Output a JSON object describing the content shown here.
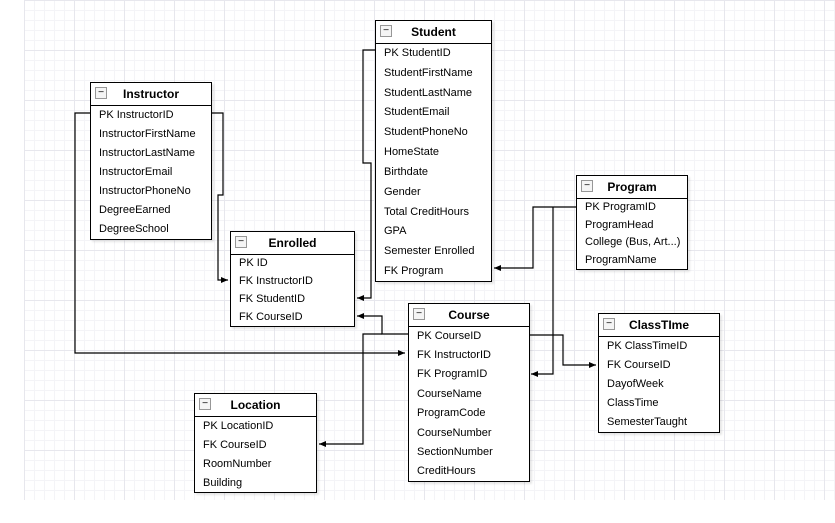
{
  "diagram": {
    "type": "entity-relationship",
    "collapse_glyph": "−",
    "tables": [
      {
        "name": "Instructor",
        "rows": [
          "PK InstructorID",
          "InstructorFirstName",
          "InstructorLastName",
          "InstructorEmail",
          "InstructorPhoneNo",
          "DegreeEarned",
          "DegreeSchool"
        ]
      },
      {
        "name": "Student",
        "rows": [
          "PK StudentID",
          "StudentFirstName",
          "StudentLastName",
          "StudentEmail",
          "StudentPhoneNo",
          "HomeState",
          "Birthdate",
          "Gender",
          "Total CreditHours",
          "GPA",
          "Semester Enrolled",
          "FK Program"
        ]
      },
      {
        "name": "Enrolled",
        "rows": [
          "PK ID",
          "FK InstructorID",
          "FK StudentID",
          "FK CourseID"
        ]
      },
      {
        "name": "Course",
        "rows": [
          "PK CourseID",
          "FK InstructorID",
          "FK ProgramID",
          "CourseName",
          "ProgramCode",
          "CourseNumber",
          "SectionNumber",
          "CreditHours"
        ]
      },
      {
        "name": "Program",
        "rows": [
          "PK ProgramID",
          "ProgramHead",
          "College (Bus, Art...)",
          "ProgramName"
        ]
      },
      {
        "name": "ClassTIme",
        "rows": [
          "PK ClassTimeID",
          "FK CourseID",
          "DayofWeek",
          "ClassTime",
          "SemesterTaught"
        ]
      },
      {
        "name": "Location",
        "rows": [
          "PK LocationID",
          "FK CourseID",
          "RoomNumber",
          "Building"
        ]
      }
    ],
    "relationships": [
      {
        "from": "Instructor.PK InstructorID",
        "to": "Course.FK InstructorID"
      },
      {
        "from": "Instructor.PK InstructorID",
        "to": "Enrolled.FK InstructorID"
      },
      {
        "from": "Student.PK StudentID",
        "to": "Enrolled.FK StudentID"
      },
      {
        "from": "Course.PK CourseID",
        "to": "Enrolled.FK CourseID"
      },
      {
        "from": "Course.PK CourseID",
        "to": "Location.FK CourseID"
      },
      {
        "from": "Course.PK CourseID",
        "to": "ClassTIme.FK CourseID"
      },
      {
        "from": "Program.PK ProgramID",
        "to": "Student.FK Program"
      },
      {
        "from": "Program.PK ProgramID",
        "to": "Course.FK ProgramID"
      }
    ],
    "colors": {
      "shape_border": "#000000",
      "shape_fill": "#ffffff",
      "connector": "#000000",
      "grid_minor": "#f4f4f7",
      "grid_major": "#e7e7ed",
      "canvas_bg": "#ffffff"
    }
  }
}
